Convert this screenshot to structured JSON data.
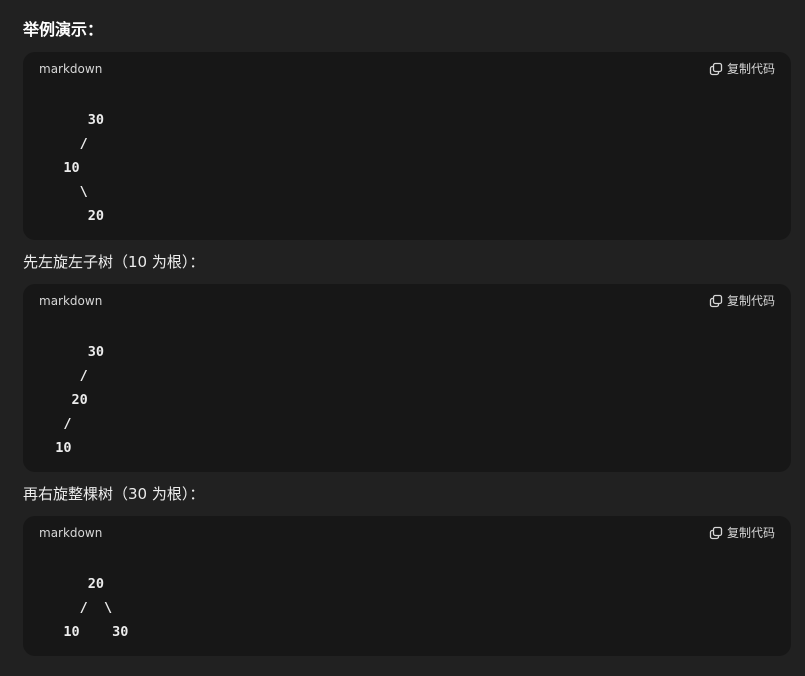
{
  "sections": [
    {
      "title": "举例演示：",
      "code": {
        "language": "markdown",
        "copy_label": "复制代码",
        "lines": [
          "      30",
          "     /",
          "   10",
          "     \\",
          "      20"
        ]
      }
    },
    {
      "title": "先左旋左子树（10 为根）：",
      "code": {
        "language": "markdown",
        "copy_label": "复制代码",
        "lines": [
          "      30",
          "     /",
          "    20",
          "   /",
          "  10"
        ]
      }
    },
    {
      "title": "再右旋整棵树（30 为根）：",
      "code": {
        "language": "markdown",
        "copy_label": "复制代码",
        "lines": [
          "      20",
          "     /  \\",
          "   10    30"
        ]
      }
    }
  ],
  "colors": {
    "page_background": "#212121",
    "code_background": "#171717",
    "text": "#ececec"
  },
  "icons": {
    "copy": "copy-icon"
  }
}
